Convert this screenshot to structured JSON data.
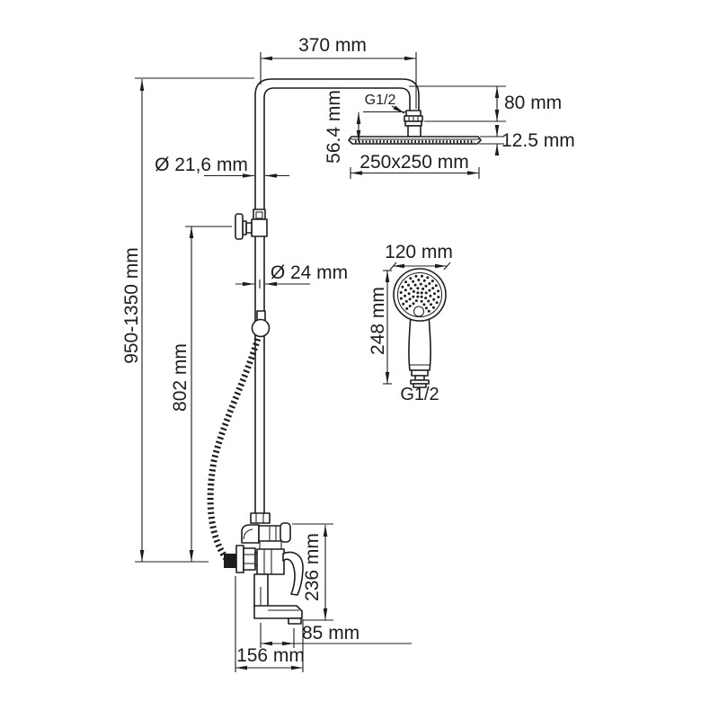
{
  "meta": {
    "background_color": "#ffffff",
    "line_color": "#1d1d1b",
    "drawing_type": "shower-system-dimensional-drawing"
  },
  "dimensions": {
    "arm_width": "370 mm",
    "top_connection": "G1/2",
    "arm_drop": "80 mm",
    "head_connector_height": "56.4 mm",
    "head_thickness": "12.5 mm",
    "head_size": "250x250 mm",
    "upper_pipe_diameter": "Ø 21,6 mm",
    "lower_pipe_diameter": "Ø 24 mm",
    "column_height": "950-1350 mm",
    "valve_to_base_height": "802 mm",
    "hand_shower_diameter": "120 mm",
    "hand_shower_length": "248 mm",
    "hand_shower_connection": "G1/2",
    "mixer_height": "236 mm",
    "spout_reach": "85 mm",
    "mixer_depth": "156 mm"
  }
}
